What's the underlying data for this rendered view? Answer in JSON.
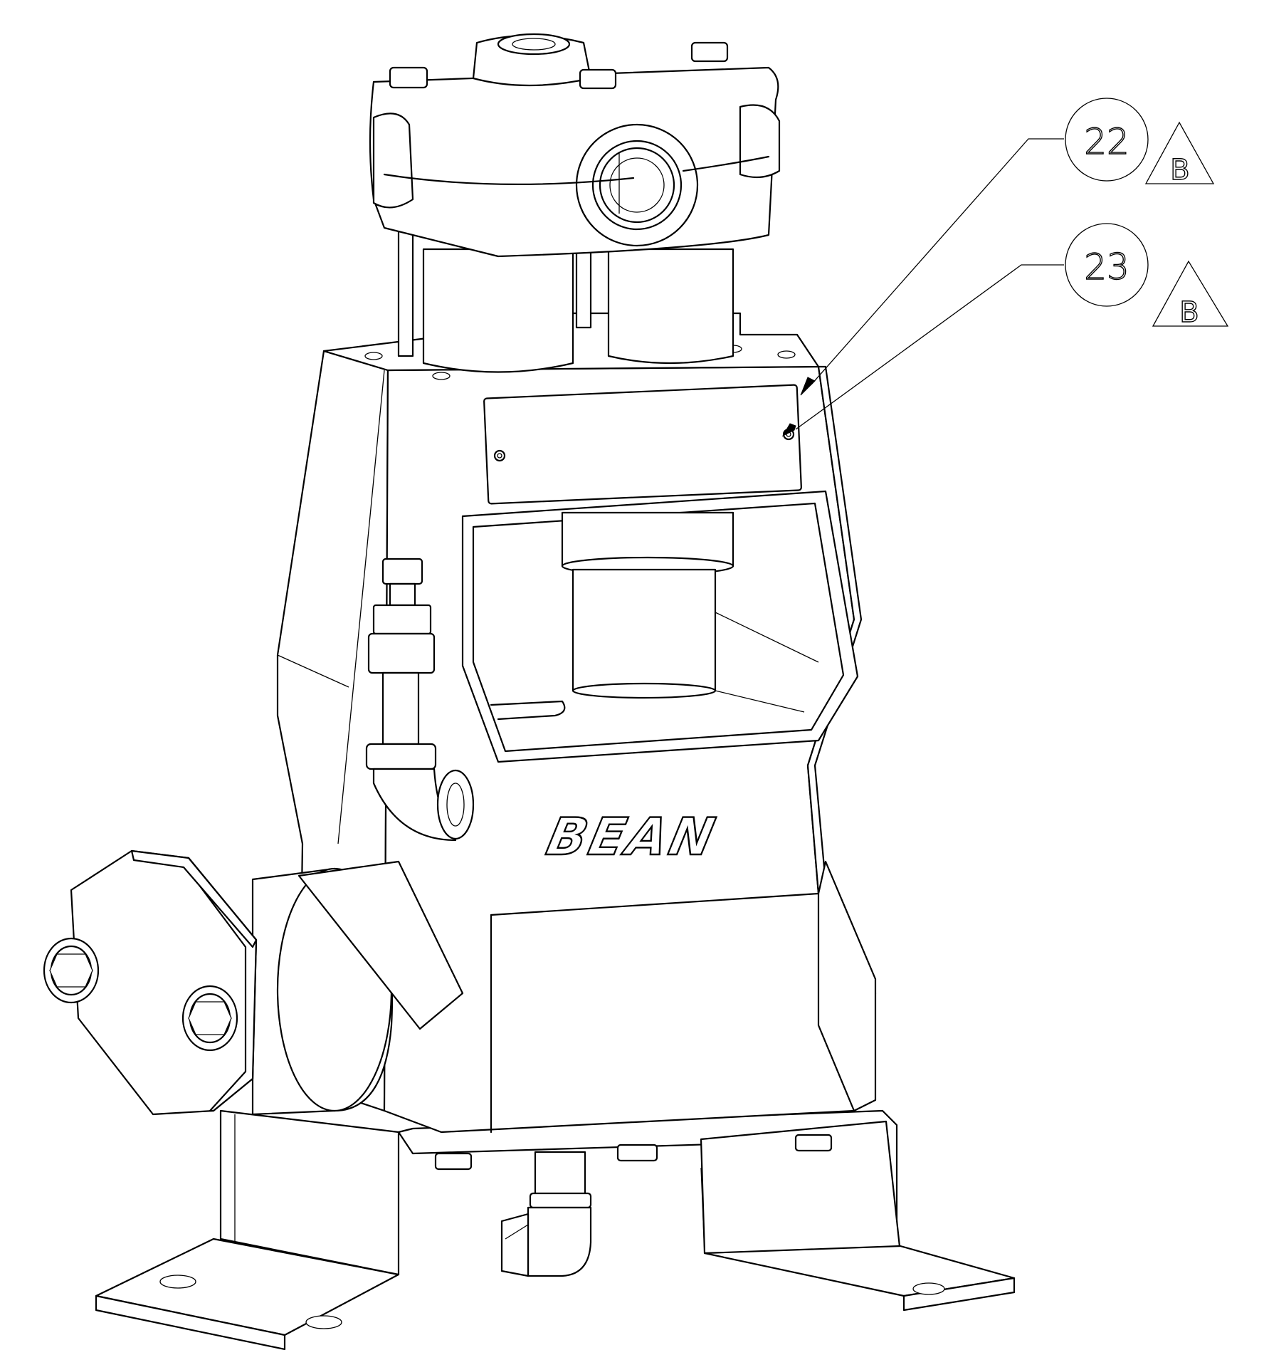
{
  "brand": {
    "text": "BEAN"
  },
  "callouts": [
    {
      "number": "22",
      "revision": "B"
    },
    {
      "number": "23",
      "revision": "B"
    }
  ],
  "colors": {
    "line": "#000000",
    "background": "#ffffff"
  }
}
